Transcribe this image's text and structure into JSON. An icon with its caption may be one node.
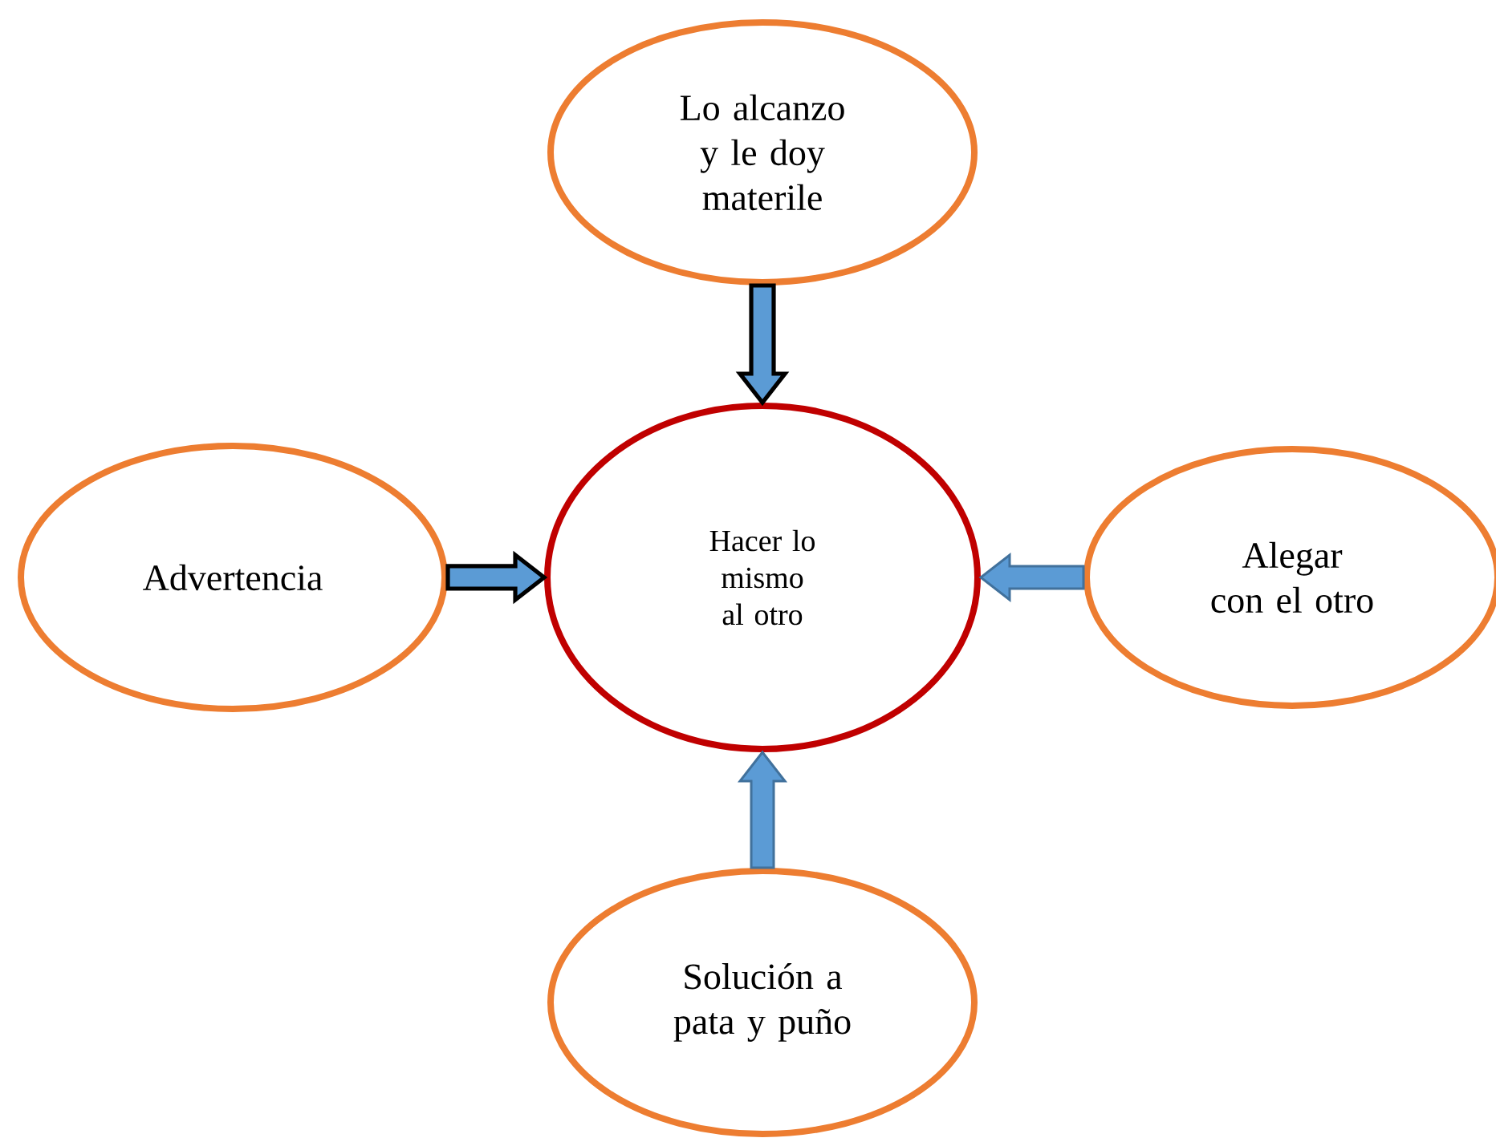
{
  "diagram": {
    "nodes": [
      {
        "text": [
          "Lo alcanzo y le doy materile"
        ]
      },
      {
        "text": [
          "Advertencia"
        ]
      },
      {
        "text": [
          "Hacer lo mismo al otro"
        ]
      },
      {
        "text": [
          "Alegar con el otro"
        ]
      },
      {
        "text": [
          "Solución a pata y puño"
        ]
      }
    ],
    "edges": [
      {
        "from": 0,
        "to": 2,
        "arrow": "to",
        "style": "thick",
        "color": "#000000"
      },
      {
        "from": 1,
        "to": 2,
        "arrow": "to",
        "style": "thick",
        "color": "#000000"
      },
      {
        "from": 3,
        "to": 2,
        "arrow": "to"
      },
      {
        "from": 4,
        "to": 2,
        "arrow": "to"
      }
    ]
  }
}
